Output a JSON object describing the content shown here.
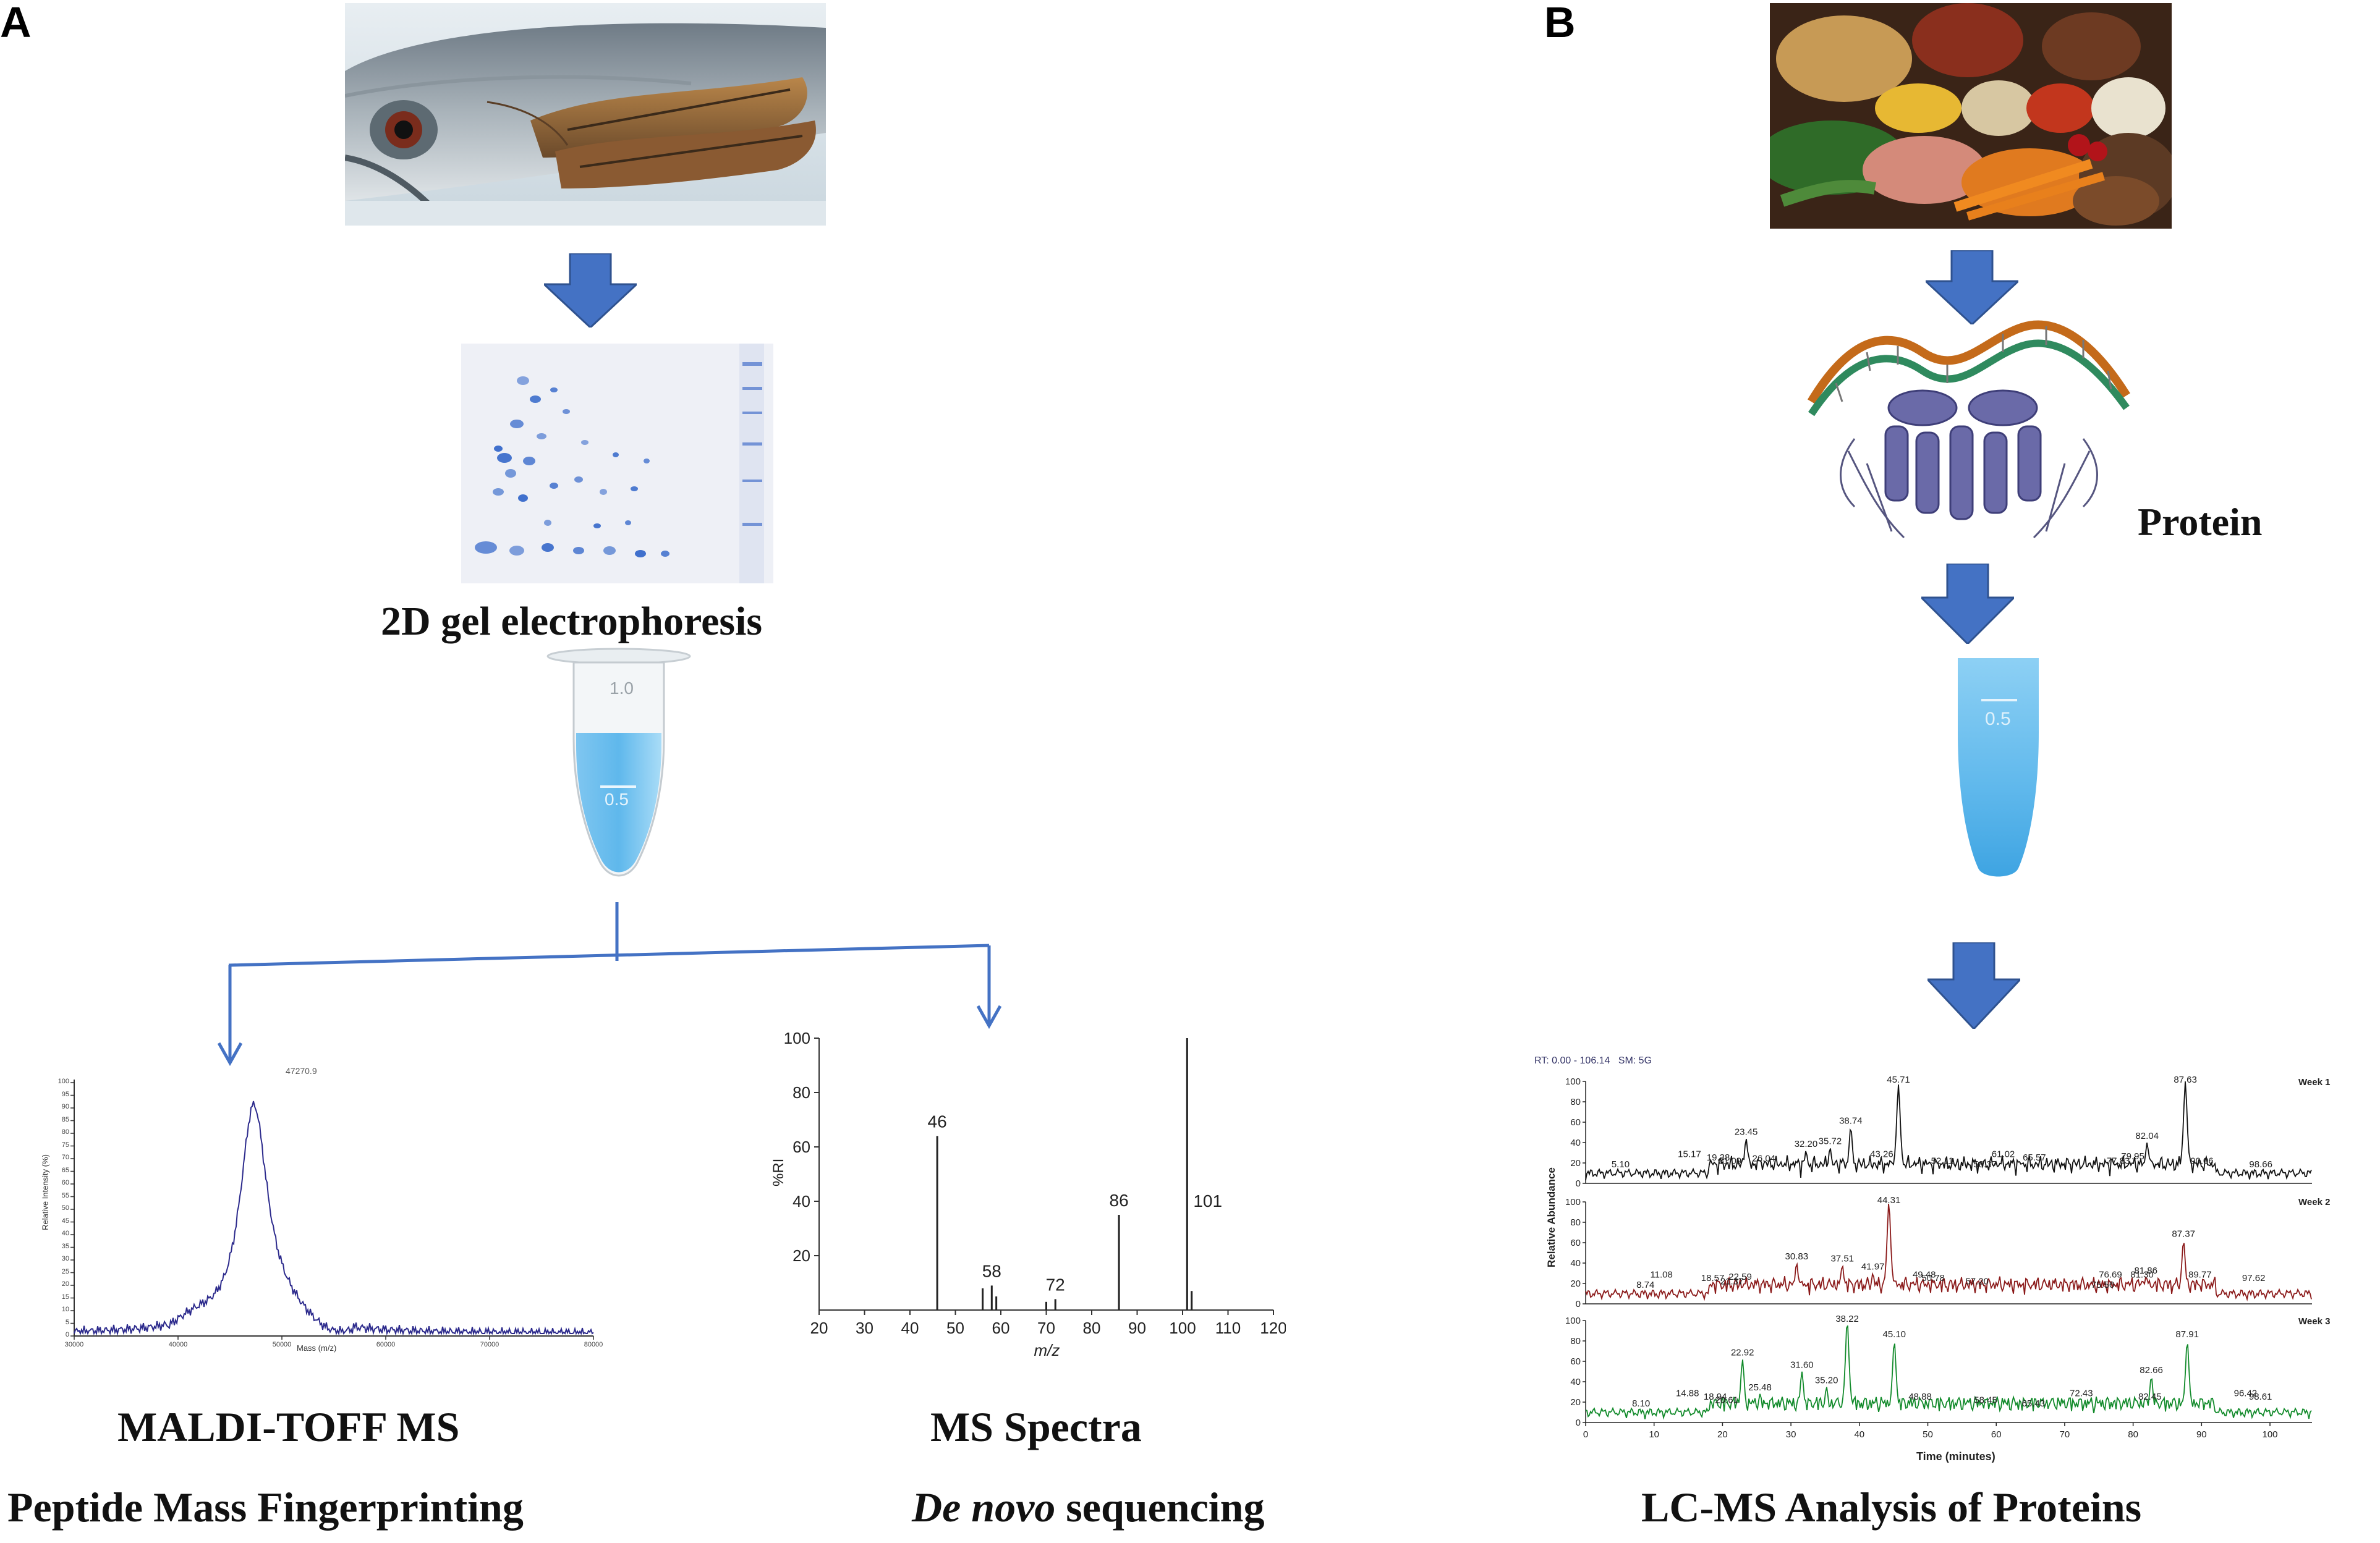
{
  "panels": {
    "a": {
      "letter": "A",
      "gel_caption": "2D gel electrophoresis",
      "tube": {
        "upper_mark": "1.0",
        "lower_mark": "0.5"
      },
      "maldi": {
        "caption": "MALDI-TOFF MS",
        "subcaption": "Peptide Mass Fingerprinting",
        "peak_label": "47270.9",
        "ylabel": "Relative Intensity (%)",
        "xlabel": "Mass (m/z)",
        "yticks": [
          "0",
          "5",
          "10",
          "15",
          "20",
          "25",
          "30",
          "35",
          "40",
          "45",
          "50",
          "55",
          "60",
          "65",
          "70",
          "75",
          "80",
          "85",
          "90",
          "95",
          "100"
        ],
        "xticks": [
          "30000",
          "40000",
          "50000",
          "60000",
          "70000",
          "80000"
        ]
      },
      "ms": {
        "caption": "MS Spectra",
        "subcaption_italic": "De novo",
        "subcaption_rest": " sequencing"
      }
    },
    "b": {
      "letter": "B",
      "protein_label": "Protein",
      "tube_mark": "0.5",
      "lcms": {
        "caption": "LC-MS Analysis of Proteins",
        "header": "RT: 0.00 - 106.14   SM: 5G",
        "ylabel": "Relative Abundance",
        "xlabel": "Time (minutes)",
        "week_labels": [
          "Week 1",
          "Week 2",
          "Week 3"
        ],
        "yticks": [
          "0",
          "20",
          "40",
          "60",
          "80",
          "100"
        ],
        "xticks": [
          "0",
          "10",
          "20",
          "30",
          "40",
          "50",
          "60",
          "70",
          "80",
          "90",
          "100"
        ],
        "peak_labels": [
          [
            "5.10",
            "15.17",
            "19.38",
            "21.09",
            "23.45",
            "26.04",
            "32.20",
            "35.72",
            "38.74",
            "43.26",
            "45.71",
            "52.11",
            "58.37",
            "61.02",
            "65.57",
            "77.83",
            "79.95",
            "82.04",
            "87.63",
            "90.06",
            "98.66"
          ],
          [
            "8.74",
            "11.08",
            "18.57",
            "21.37",
            "22.59",
            "30.83",
            "37.51",
            "41.97",
            "44.31",
            "49.48",
            "50.78",
            "57.20",
            "75.56",
            "76.69",
            "81.30",
            "81.86",
            "87.37",
            "89.77",
            "97.62"
          ],
          [
            "8.10",
            "14.88",
            "18.94",
            "20.61",
            "22.92",
            "25.48",
            "31.60",
            "35.20",
            "38.22",
            "45.10",
            "48.88",
            "58.45",
            "65.43",
            "72.43",
            "82.45",
            "82.66",
            "87.91",
            "96.42",
            "98.61"
          ]
        ]
      }
    }
  },
  "colors": {
    "arrow_fill": "#4472c4",
    "tube_liquid": "#5fb8ec",
    "gel_spot": "#2e63c8",
    "maldi_trace": "#2c2a8c",
    "week1": "#111111",
    "week2": "#8b1a1a",
    "week3": "#118a2a"
  },
  "chart_data": [
    {
      "type": "bar",
      "xlabel": "m/z",
      "ylabel": "%RI",
      "xlim": [
        20,
        120
      ],
      "ylim": [
        0,
        100
      ],
      "xticks": [
        20,
        30,
        40,
        50,
        60,
        70,
        80,
        90,
        100,
        110,
        120
      ],
      "yticks": [
        20,
        40,
        60,
        80,
        100
      ],
      "x": [
        46,
        56,
        58,
        59,
        70,
        72,
        86,
        101,
        102
      ],
      "values": [
        64,
        8,
        9,
        5,
        3,
        4,
        35,
        100,
        7
      ],
      "labeled_peaks": [
        {
          "x": 46,
          "label": "46"
        },
        {
          "x": 58,
          "label": "58"
        },
        {
          "x": 72,
          "label": "72"
        },
        {
          "x": 86,
          "label": "86"
        },
        {
          "x": 101,
          "label": "101"
        }
      ]
    }
  ]
}
